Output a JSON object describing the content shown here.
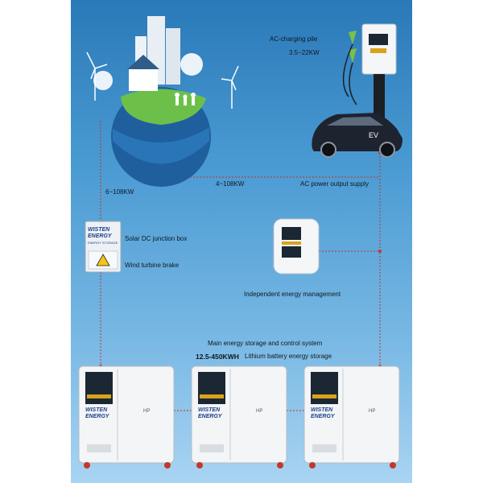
{
  "labels": {
    "ac_pile": "AC-charging pile",
    "ac_power": "3.5~22KW",
    "solar_power": "6~108KW",
    "mid_power": "4~108KW",
    "ac_output": "AC power output supply",
    "dc_box": "Solar DC junction box",
    "wind_brake": "Wind turbine brake",
    "energy_mgmt": "Independent energy management",
    "main_system": "Main energy storage and control system",
    "capacity": "12.5-450KWH",
    "battery": "Lithium battery energy storage",
    "ev": "EV",
    "brand_line1": "WISTEN",
    "brand_line2": "ENERGY",
    "brand_sub": "ENERGY STORAGE",
    "cabinet_model": "HP"
  },
  "colors": {
    "panel_top": "#2a79b8",
    "panel_bottom": "#a9d4f2",
    "wire": "#c0392b"
  },
  "icons": [
    "wind-turbine-icon",
    "solar-panel-icon",
    "globe-icon",
    "car-icon",
    "charger-icon",
    "warning-icon"
  ]
}
